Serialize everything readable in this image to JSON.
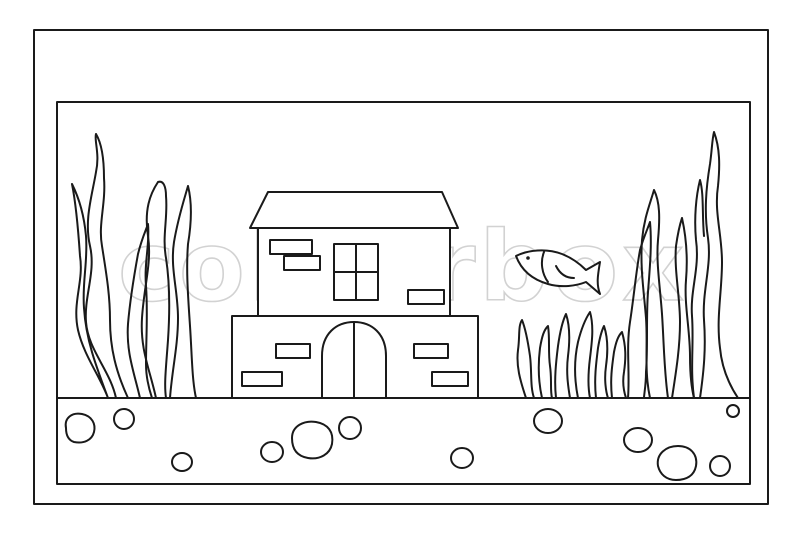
{
  "image": {
    "kind": "coloring-page",
    "subject": "aquarium",
    "line_color": "#1a1a1a",
    "background_color": "#ffffff"
  },
  "watermark": {
    "text": "colourbox",
    "color": "#d2d2d2"
  },
  "elements": {
    "icons": [
      "tank-frame-icon",
      "house-icon",
      "fish-icon",
      "seaweed-icon",
      "pebble-icon"
    ]
  }
}
